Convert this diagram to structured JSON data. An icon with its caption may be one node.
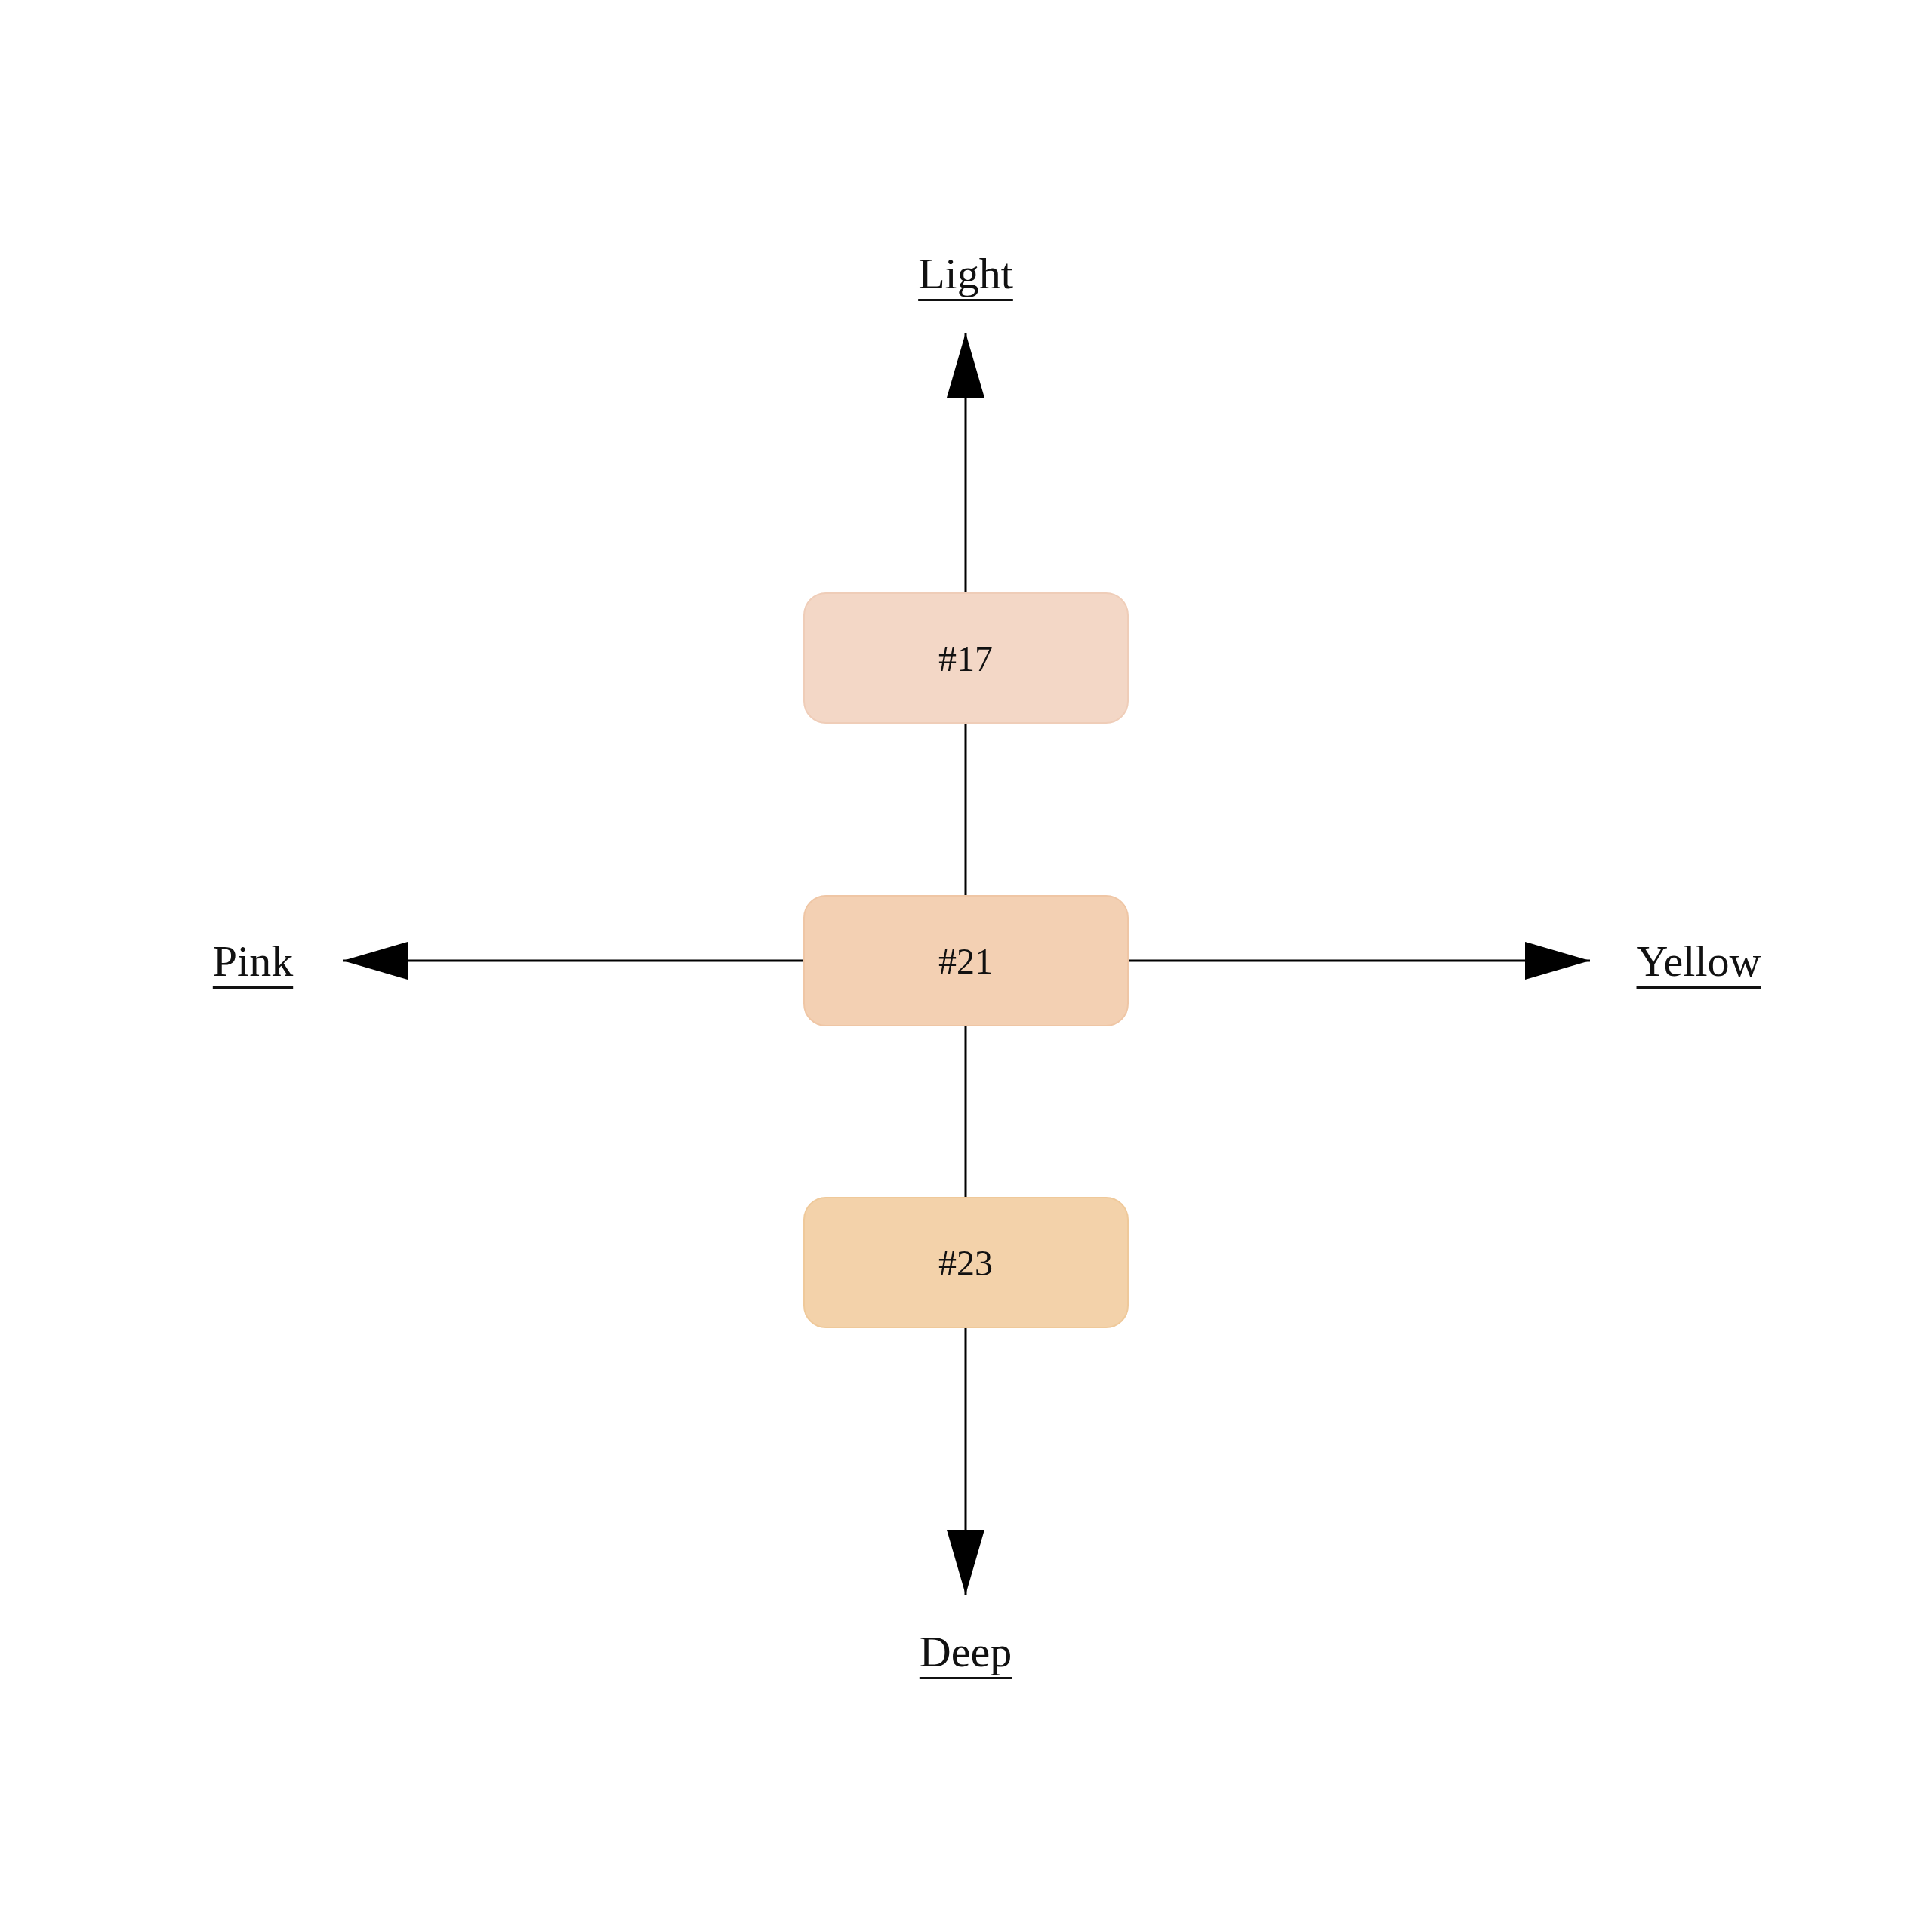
{
  "diagram": {
    "nodes": [
      {
        "text": [
          "Light"
        ]
      },
      {
        "text": [
          "#17"
        ]
      },
      {
        "text": [
          "Pink"
        ]
      },
      {
        "text": [
          "#21"
        ]
      },
      {
        "text": [
          "Yellow"
        ]
      },
      {
        "text": [
          "#23"
        ]
      },
      {
        "text": [
          "Deep"
        ]
      }
    ],
    "edges": [
      {
        "from": 1,
        "to": 0,
        "arrow": "to"
      },
      {
        "from": 3,
        "to": 1,
        "arrow": "none"
      },
      {
        "from": 3,
        "to": 2,
        "arrow": "to"
      },
      {
        "from": 3,
        "to": 4,
        "arrow": "to"
      },
      {
        "from": 3,
        "to": 5,
        "arrow": "none"
      },
      {
        "from": 5,
        "to": 6,
        "arrow": "to"
      }
    ]
  }
}
